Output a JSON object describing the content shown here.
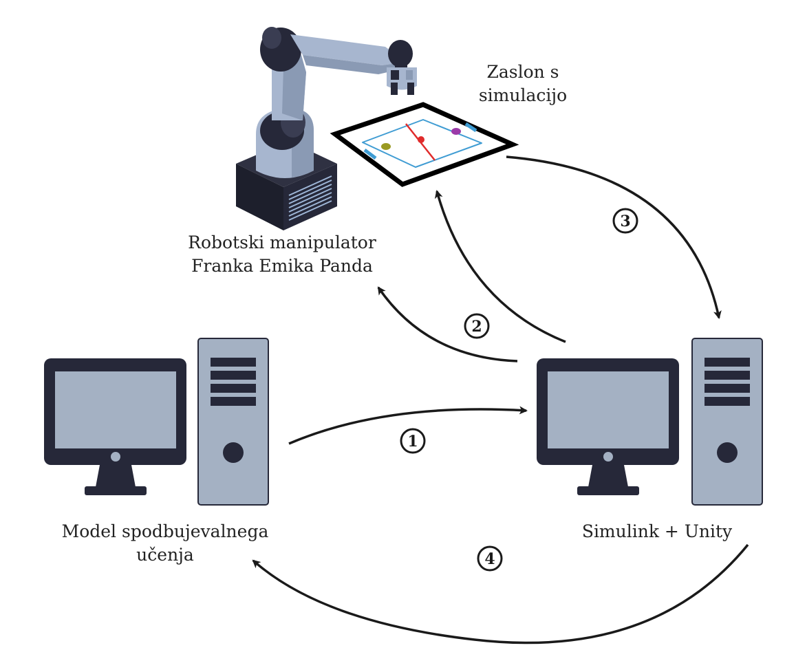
{
  "labels": {
    "screen_line1": "Zaslon s",
    "screen_line2": "simulacijo",
    "robot_line1": "Robotski manipulator",
    "robot_line2": "Franka Emika Panda",
    "left_pc_line1": "Model spodbujevalnega",
    "left_pc_line2": "učenja",
    "right_pc": "Simulink + Unity"
  },
  "steps": {
    "s1": "1",
    "s2": "2",
    "s3": "3",
    "s4": "4"
  },
  "colors": {
    "pc_dark": "#262839",
    "pc_screen": "#a4b1c3",
    "robot_light": "#a7b6cf",
    "robot_dark": "#262839",
    "rink_line": "#3f9cd3",
    "center_line": "#e02b2b",
    "puck_left": "#9a9a22",
    "puck_right": "#9b3aa8"
  }
}
